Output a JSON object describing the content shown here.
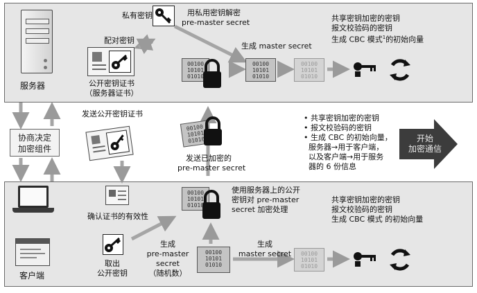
{
  "server": {
    "label": "服务器",
    "private_key_label": "私有密钥",
    "pair_key_label": "配对密钥",
    "cert_label_1": "公开密钥证书",
    "cert_label_2": "（服务器证书）",
    "decrypt_label_1": "用私用密钥解密",
    "decrypt_label_2": "pre-master secret",
    "generate_master": "生成 master secret",
    "derived_1": "共享密钥加密的密钥",
    "derived_2": "报文校验码的密钥",
    "derived_3": "生成 CBC 模式",
    "derived_3_sup": "1",
    "derived_3_end": "的初始向量"
  },
  "middle": {
    "negotiate_1": "协商决定",
    "negotiate_2": "加密组件",
    "send_cert": "发送公开密钥证书",
    "send_encrypted_1": "发送已加密的",
    "send_encrypted_2": "pre-master secret",
    "bullets": [
      "共享密钥加密的密钥",
      "报文校验码的密钥",
      "生成 CBC 的初始向量，",
      "服务器→用于客户端，",
      "以及客户端→用于服务",
      "器的 6 份信息"
    ],
    "start_1": "开始",
    "start_2": "加密通信"
  },
  "client": {
    "label": "客户端",
    "verify_cert": "确认证书的有效性",
    "take_key_1": "取出",
    "take_key_2": "公开密钥",
    "gen_pms_1": "生成",
    "gen_pms_2": "pre-master",
    "gen_pms_3": "secret",
    "gen_pms_4": "（随机数）",
    "encrypt_1": "使用服务器上的公开",
    "encrypt_2": "密钥对 pre-master",
    "encrypt_3": "secret 加密处理",
    "gen_ms_1": "生成",
    "gen_ms_2": "master secret",
    "derived_1": "共享密钥加密的密钥",
    "derived_2": "报文校验码的密钥",
    "derived_3": "生成 CBC 模式 的初始向量"
  },
  "binary": "00100\n10101\n01010",
  "icons": {
    "key": "key-icon",
    "lock": "padlock-icon",
    "refresh": "cycle-arrows-icon",
    "server": "server-icon",
    "laptop": "laptop-icon"
  }
}
